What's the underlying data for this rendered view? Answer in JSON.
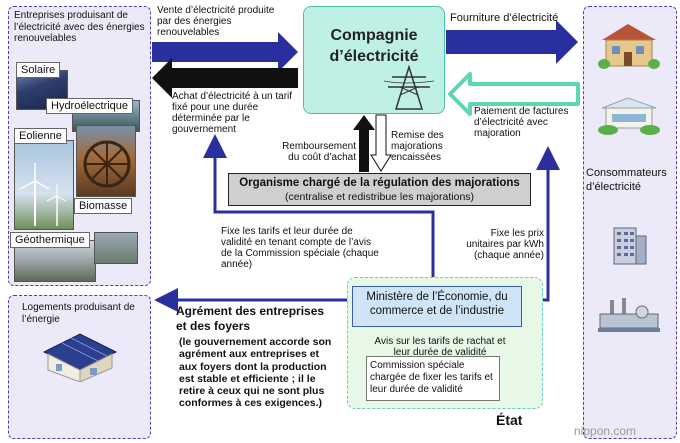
{
  "left_panel": {
    "title": "Entreprises produisant de l’électricité avec des énergies renouvelables",
    "sources": [
      "Solaire",
      "Hydroélectrique",
      "Eolienne",
      "Biomasse",
      "Géothermique"
    ]
  },
  "housing_panel": {
    "title": "Logements produisant de l’énergie"
  },
  "right_panel": {
    "title": "Consommateurs d’électricité"
  },
  "company": {
    "title_line1": "Compagnie",
    "title_line2": "d’électricité"
  },
  "labels": {
    "sale": "Vente d’électricité produite par des énergies renouvelables",
    "purchase": "Achat d’électricité à un tarif fixé pour une durée déterminée par le gouvernement",
    "supply": "Fourniture d’électricité",
    "payment": "Paiement de factures d’électricité avec majoration",
    "reimbursement": "Remboursement du coût d’achat",
    "remittance": "Remise des majorations encaissées",
    "set_tariffs": "Fixe les tarifs et leur durée de validité en tenant compte de l’avis de la Commission spéciale (chaque année)",
    "set_prices": "Fixe les prix unitaires par kWh (chaque année)",
    "opinion": "Avis sur les tarifs de rachat et leur durée de validité"
  },
  "organism": {
    "line1": "Organisme chargé de la régulation des majorations",
    "line2": "(centralise et redistribue les majorations)"
  },
  "ministry": {
    "line1": "Ministère de l’Économie, du",
    "line2": "commerce et de l’industrie"
  },
  "commission": {
    "text": "Commission spéciale chargée de fixer les tarifs et leur durée de validité"
  },
  "state": {
    "label": "État"
  },
  "approval": {
    "title_line1": "Agrément des entreprises",
    "title_line2": "et des foyers",
    "text": "(le gouvernement accorde son agrément aux entreprises et aux foyers dont la production est stable et efficiente ; il le retire à ceux qui ne sont plus conformes à ces exigences.)"
  },
  "watermark": "nippon.com",
  "colors": {
    "arrow_blue": "#2a2fa0",
    "arrow_black": "#111111",
    "arrow_green": "#5ed6b5",
    "company_fill": "#bff0e6",
    "panel_fill": "#eceaf8",
    "ministry_fill": "#cfe4f6",
    "organism_fill": "#cfcfcf"
  }
}
